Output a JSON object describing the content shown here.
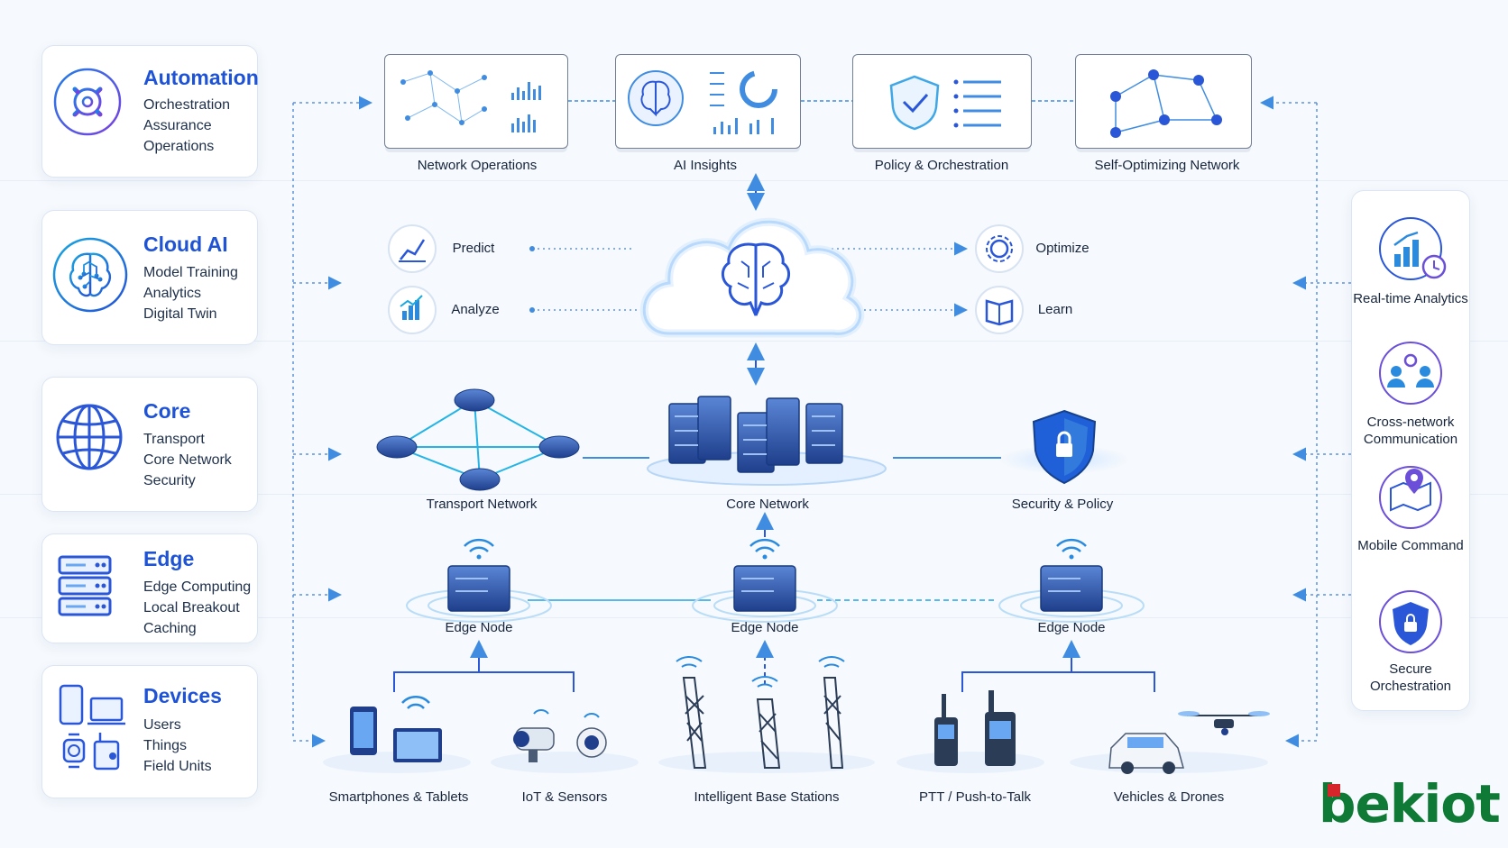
{
  "left_layers": [
    {
      "title": "Automation",
      "items": [
        "Orchestration",
        "Assurance",
        "Operations"
      ],
      "icon": "automation-gear-icon"
    },
    {
      "title": "Cloud AI",
      "items": [
        "Model Training",
        "Analytics",
        "Digital Twin"
      ],
      "icon": "brain-circuit-icon"
    },
    {
      "title": "Core",
      "items": [
        "Transport",
        "Core Network",
        "Security"
      ],
      "icon": "globe-icon"
    },
    {
      "title": "Edge",
      "items": [
        "Edge Computing",
        "Local Breakout",
        "Caching"
      ],
      "icon": "server-rack-icon"
    },
    {
      "title": "Devices",
      "items": [
        "Users",
        "Things",
        "Field Units"
      ],
      "icon": "devices-icon"
    }
  ],
  "top_panels": [
    "Network Operations",
    "AI Insights",
    "Policy & Orchestration",
    "Self-Optimizing Network"
  ],
  "cloud_functions": {
    "left": [
      "Predict",
      "Analyze"
    ],
    "right": [
      "Optimize",
      "Learn"
    ]
  },
  "core_layer": [
    "Transport Network",
    "Core Network",
    "Security & Policy"
  ],
  "edge_nodes": [
    "Edge Node",
    "Edge Node",
    "Edge Node"
  ],
  "device_groups": [
    "Smartphones & Tablets",
    "IoT & Sensors",
    "Intelligent Base Stations",
    "PTT / Push-to-Talk",
    "Vehicles & Drones"
  ],
  "right_capabilities": [
    {
      "label": "Real-time Analytics",
      "icon": "analytics-clock-icon"
    },
    {
      "label": "Cross-network Communication",
      "icon": "people-network-icon"
    },
    {
      "label": "Mobile Command",
      "icon": "map-pin-icon"
    },
    {
      "label": "Secure Orchestration",
      "icon": "shield-lock-icon"
    }
  ],
  "logo_text": "bekiot",
  "colors": {
    "accent": "#1f53d6",
    "line": "#3f8ce0",
    "logo": "#0f7a36",
    "logo_accent": "#d6262b"
  }
}
